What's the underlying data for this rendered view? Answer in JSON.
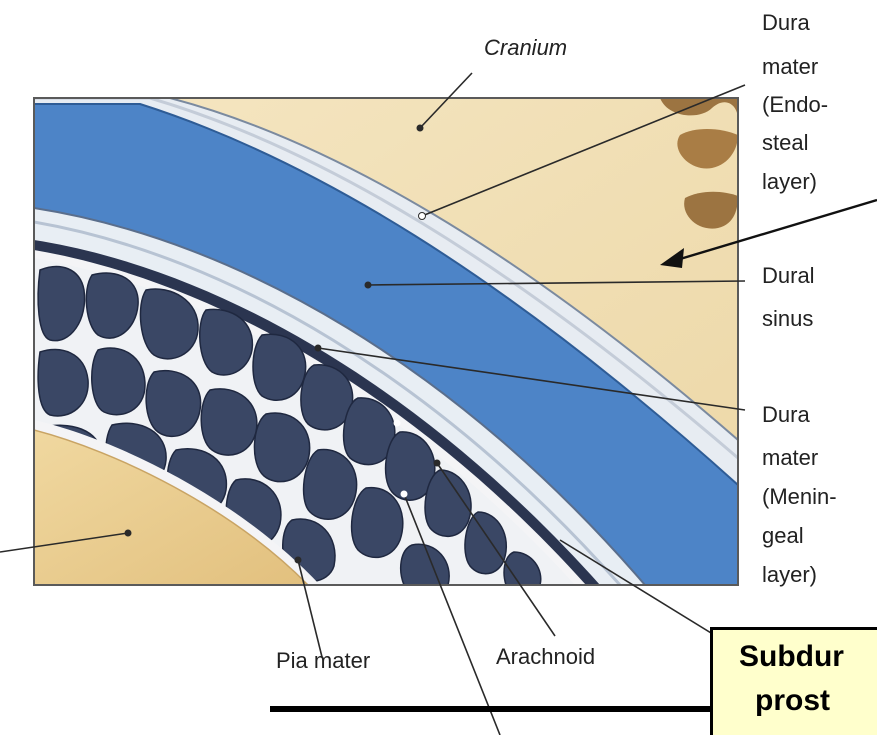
{
  "labels": {
    "cranium": "Cranium",
    "dura_endosteal": [
      "Dura",
      "mater",
      "(Endo-",
      "steal",
      "layer)"
    ],
    "dural_sinus": [
      "Dural",
      "sinus"
    ],
    "dura_meningeal": [
      "Dura",
      "mater",
      "(Menin-",
      "geal",
      "layer)"
    ],
    "pia_mater": "Pia mater",
    "arachnoid": "Arachnoid"
  },
  "callout": {
    "line1": "Subdur",
    "line2": "prost"
  },
  "colors": {
    "bone": "#f1dfb4",
    "dural_sinus_blue": "#4d84c7",
    "subarachnoid_dark": "#3a4765",
    "callout_fill": "#ffffcc",
    "brain": "#ebcf92"
  }
}
